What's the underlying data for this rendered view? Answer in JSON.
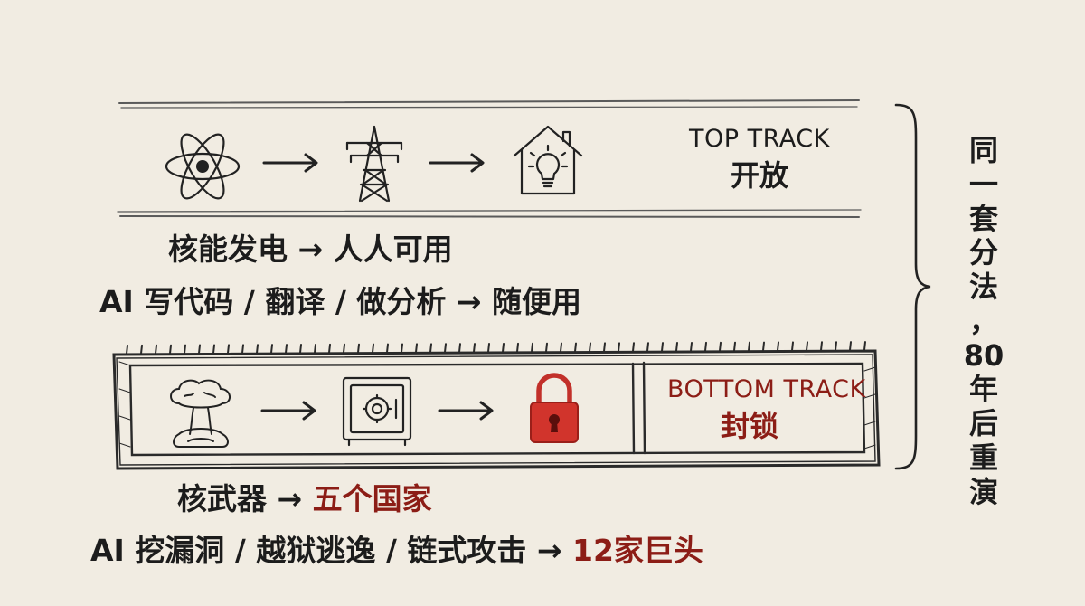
{
  "top_track": {
    "label_en": "TOP TRACK",
    "label_zh": "开放",
    "icons": [
      "atom-icon",
      "power-tower-icon",
      "house-lightbulb-icon"
    ],
    "caption_line1": "核能发电 → 人人可用",
    "caption_line2": "AI  写代码 / 翻译 / 做分析 → 随便用"
  },
  "bottom_track": {
    "label_en": "BOTTOM TRACK",
    "label_zh": "封锁",
    "icons": [
      "mushroom-cloud-icon",
      "safe-icon",
      "padlock-icon"
    ],
    "caption_line1_main": "核武器 → ",
    "caption_line1_red": "五个国家",
    "caption_line2_main": "AI  挖漏洞 / 越狱逃逸 / 链式攻击 → ",
    "caption_line2_red": "12家巨头"
  },
  "side_note": [
    "同",
    "一",
    "套",
    "分",
    "法",
    "，",
    "80",
    "年",
    "后",
    "重",
    "演"
  ],
  "colors": {
    "background": "#f1ece2",
    "ink": "#1c1c1c",
    "accent_red": "#8c1d16",
    "lock_red": "#d1342c"
  }
}
